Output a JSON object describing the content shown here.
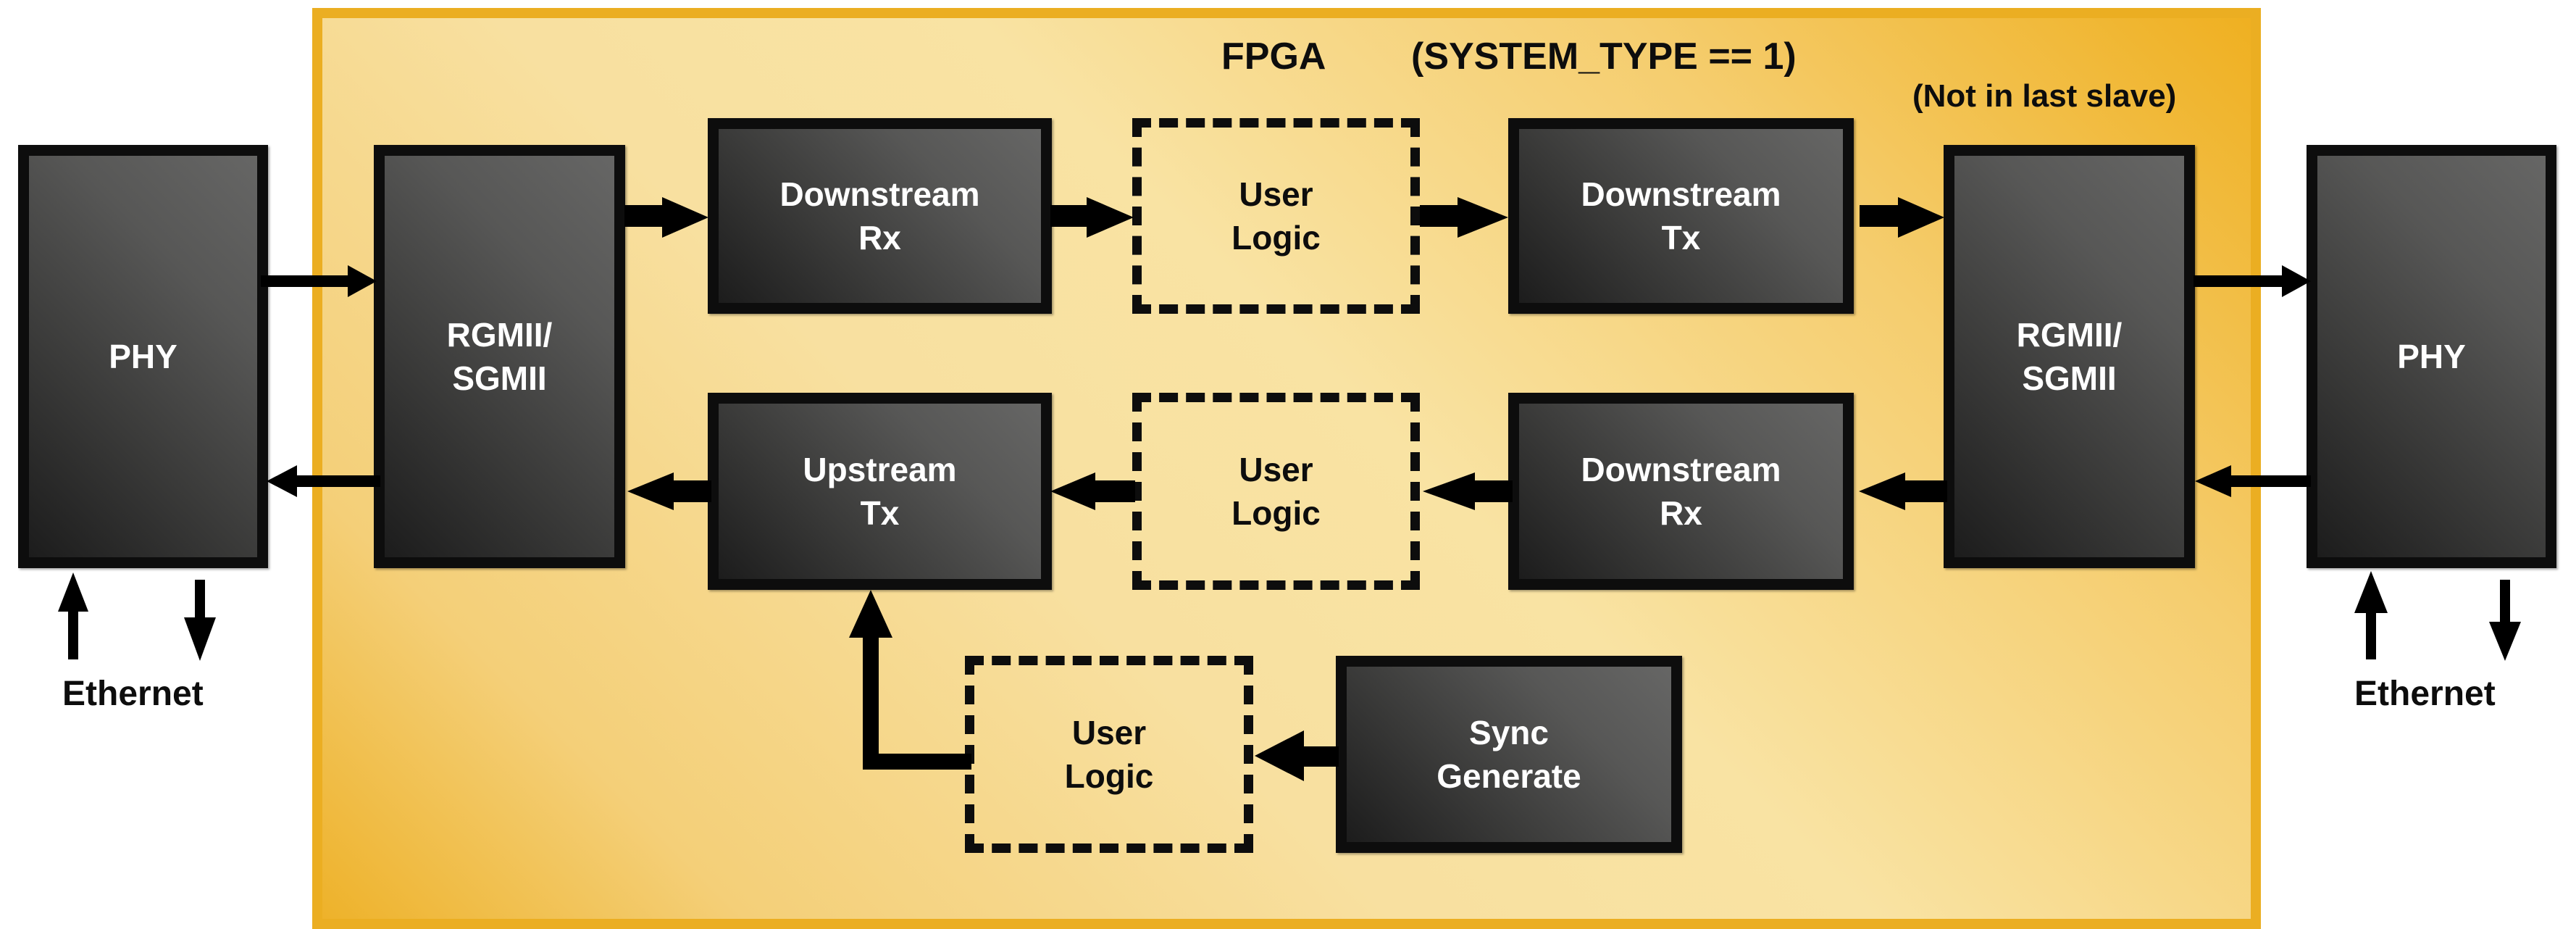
{
  "fpga": {
    "title": "FPGA",
    "condition": "(SYSTEM_TYPE == 1)",
    "note": "(Not in last slave)",
    "border_color": "#EBAE22"
  },
  "left": {
    "phy_label": "PHY",
    "mac_label_line1": "RGMII/",
    "mac_label_line2": "SGMII",
    "ethernet_label": "Ethernet"
  },
  "right": {
    "phy_label": "PHY",
    "mac_label_line1": "RGMII/",
    "mac_label_line2": "SGMII",
    "ethernet_label": "Ethernet"
  },
  "top_row": {
    "rx": {
      "line1": "Downstream",
      "line2": "Rx"
    },
    "user_logic": {
      "line1": "User",
      "line2": "Logic"
    },
    "tx": {
      "line1": "Downstream",
      "line2": "Tx"
    }
  },
  "bottom_row": {
    "tx": {
      "line1": "Upstream",
      "line2": "Tx"
    },
    "user_logic": {
      "line1": "User",
      "line2": "Logic"
    },
    "rx": {
      "line1": "Downstream",
      "line2": "Rx"
    }
  },
  "sync_row": {
    "user_logic": {
      "line1": "User",
      "line2": "Logic"
    },
    "sync": {
      "line1": "Sync",
      "line2": "Generate"
    }
  },
  "colors": {
    "block_border": "#0d0d0d",
    "block_text": "#ffffff",
    "arrow": "#000000"
  }
}
